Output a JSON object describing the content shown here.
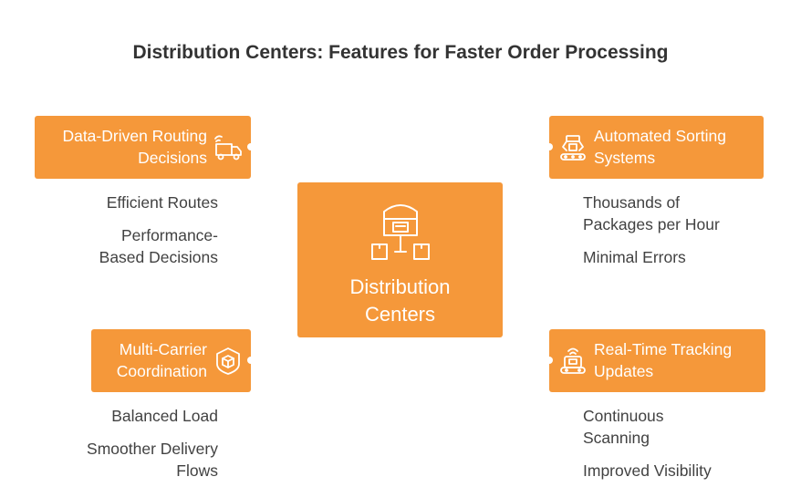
{
  "title": "Distribution Centers: Features for Faster Order Processing",
  "center": {
    "label_line1": "Distribution",
    "label_line2": "Centers",
    "icon": "warehouse-network-icon"
  },
  "features": {
    "routing": {
      "label_line1": "Data-Driven Routing",
      "label_line2": "Decisions",
      "icon": "delivery-truck-icon",
      "items": [
        "Efficient Routes",
        "Performance-",
        "Based Decisions"
      ]
    },
    "sorting": {
      "label_line1": "Automated Sorting",
      "label_line2": "Systems",
      "icon": "robot-conveyor-icon",
      "items": [
        "Thousands of",
        "Packages per Hour",
        "Minimal Errors"
      ]
    },
    "carrier": {
      "label_line1": "Multi-Carrier",
      "label_line2": "Coordination",
      "icon": "shield-box-icon",
      "items": [
        "Balanced Load",
        "Smoother Delivery",
        "Flows"
      ]
    },
    "tracking": {
      "label_line1": "Real-Time Tracking",
      "label_line2": "Updates",
      "icon": "tracking-robot-icon",
      "items": [
        "Continuous",
        "Scanning",
        "Improved Visibility"
      ]
    }
  },
  "colors": {
    "accent": "#f5983a",
    "text": "#424242",
    "title": "#333333"
  }
}
